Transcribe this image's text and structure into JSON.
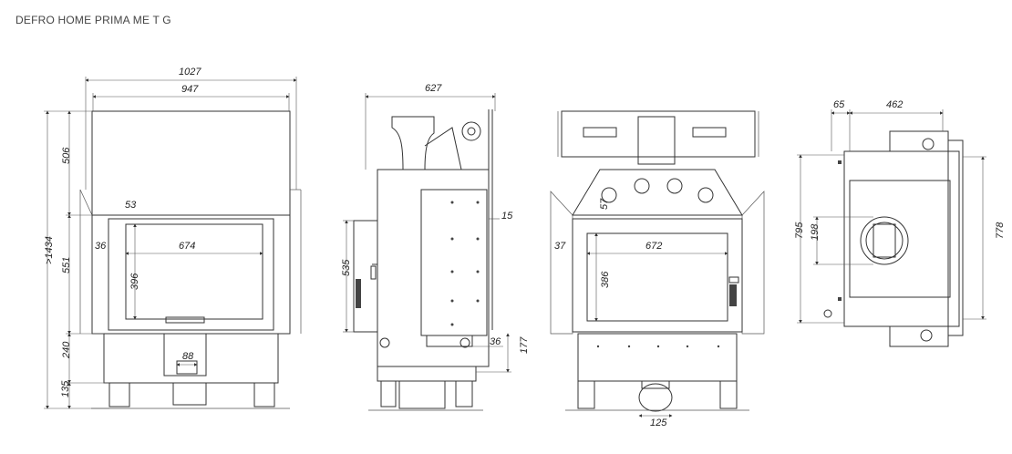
{
  "title": "DEFRO HOME PRIMA ME T G",
  "front_view": {
    "overall_width": "1027",
    "top_width": "947",
    "opening_width": "674",
    "frame_left": "36",
    "frame_top": "53",
    "glass_height": "396",
    "height_top": "506",
    "height_mid": "551",
    "height_base": "240",
    "height_legs": "135",
    "total_height": ">1434",
    "air_inlet": "88"
  },
  "side_view": {
    "overall_depth": "627",
    "door_gap": "15",
    "door_height": "535",
    "bottom_offset": "36",
    "bottom_height": "177"
  },
  "rear_view": {
    "frame_left": "37",
    "opening_width": "672",
    "frame_top": "57",
    "glass_height": "386",
    "outlet_diameter": "125"
  },
  "top_view": {
    "offset_left": "65",
    "width_top": "462",
    "depth_total": "795",
    "flue_diameter": "198",
    "depth_right": "778"
  },
  "colors": {
    "line": "#333333",
    "background": "#ffffff"
  }
}
